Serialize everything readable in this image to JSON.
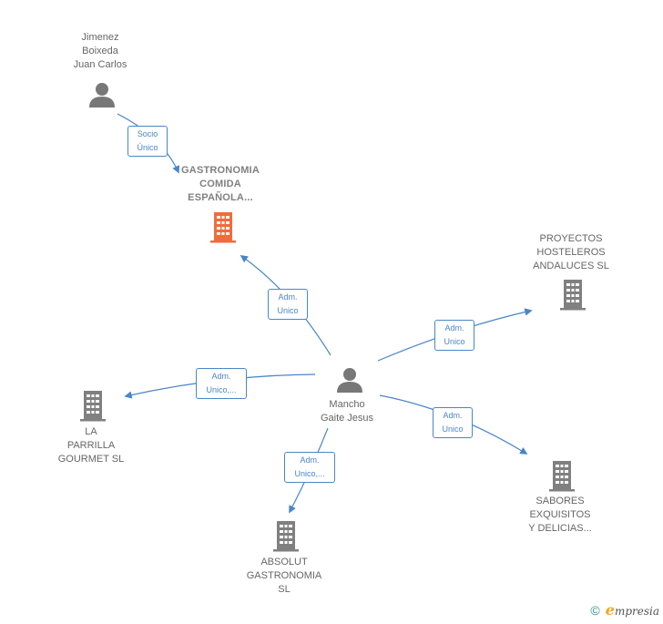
{
  "colors": {
    "edge": "#4a86c8",
    "person": "#777777",
    "company": "#808080",
    "focus_company": "#f26b3a"
  },
  "nodes": {
    "jimenez": {
      "lines": [
        "Jimenez",
        "Boixeda",
        "Juan Carlos"
      ],
      "icon": "person-icon"
    },
    "gastronomia": {
      "lines": [
        "GASTRONOMIA",
        "COMIDA",
        "ESPAÑOLA..."
      ],
      "icon": "building-icon"
    },
    "proyectos": {
      "lines": [
        "PROYECTOS",
        "HOSTELEROS",
        "ANDALUCES SL"
      ],
      "icon": "building-icon"
    },
    "mancho": {
      "lines": [
        "Mancho",
        "Gaite Jesus"
      ],
      "icon": "person-icon"
    },
    "parrilla": {
      "lines": [
        "LA",
        "PARRILLA",
        "GOURMET  SL"
      ],
      "icon": "building-icon"
    },
    "absolut": {
      "lines": [
        "ABSOLUT",
        "GASTRONOMIA",
        "SL"
      ],
      "icon": "building-icon"
    },
    "sabores": {
      "lines": [
        "SABORES",
        "EXQUISITOS",
        "Y DELICIAS..."
      ],
      "icon": "building-icon"
    }
  },
  "edges": {
    "socio": {
      "lines": [
        "Socio",
        "Único"
      ]
    },
    "adm_gastronomia": {
      "lines": [
        "Adm.",
        "Unico"
      ]
    },
    "adm_proyectos": {
      "lines": [
        "Adm.",
        "Unico"
      ]
    },
    "adm_parrilla": {
      "lines": [
        "Adm.",
        "Unico,..."
      ]
    },
    "adm_sabores": {
      "lines": [
        "Adm.",
        "Unico"
      ]
    },
    "adm_absolut": {
      "lines": [
        "Adm.",
        "Unico,..."
      ]
    }
  },
  "footer": {
    "copyright": "©",
    "brand_initial": "e",
    "brand_rest": "mpresia"
  }
}
